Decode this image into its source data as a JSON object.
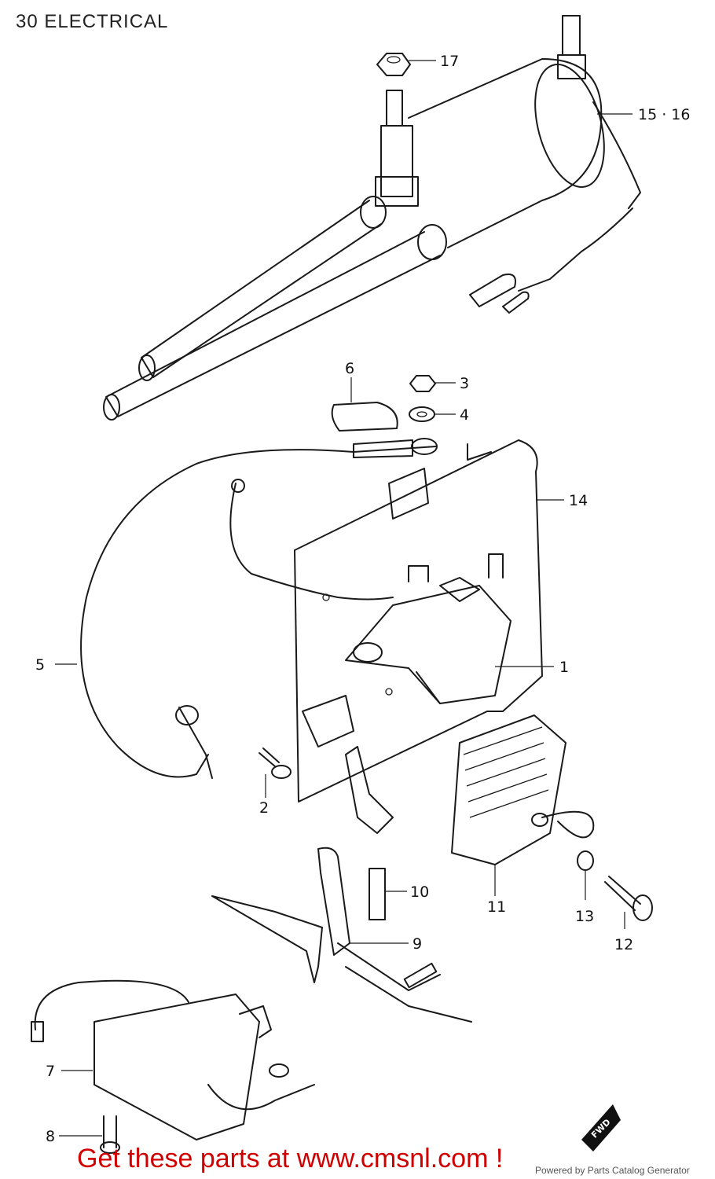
{
  "page": {
    "title": "30 ELECTRICAL",
    "cta": "Get these parts at www.cmsnl.com !",
    "powered_by": "Powered by Parts Catalog Generator",
    "fwd_label": "FWD"
  },
  "callouts": [
    {
      "id": "c17",
      "label": "17"
    },
    {
      "id": "c1516",
      "label": "15 · 16"
    },
    {
      "id": "c6",
      "label": "6"
    },
    {
      "id": "c3",
      "label": "3"
    },
    {
      "id": "c4",
      "label": "4"
    },
    {
      "id": "c14",
      "label": "14"
    },
    {
      "id": "c1",
      "label": "1"
    },
    {
      "id": "c5",
      "label": "5"
    },
    {
      "id": "c2",
      "label": "2"
    },
    {
      "id": "c10",
      "label": "10"
    },
    {
      "id": "c9",
      "label": "9"
    },
    {
      "id": "c11",
      "label": "11"
    },
    {
      "id": "c13",
      "label": "13"
    },
    {
      "id": "c12",
      "label": "12"
    },
    {
      "id": "c7",
      "label": "7"
    },
    {
      "id": "c8",
      "label": "8"
    }
  ]
}
